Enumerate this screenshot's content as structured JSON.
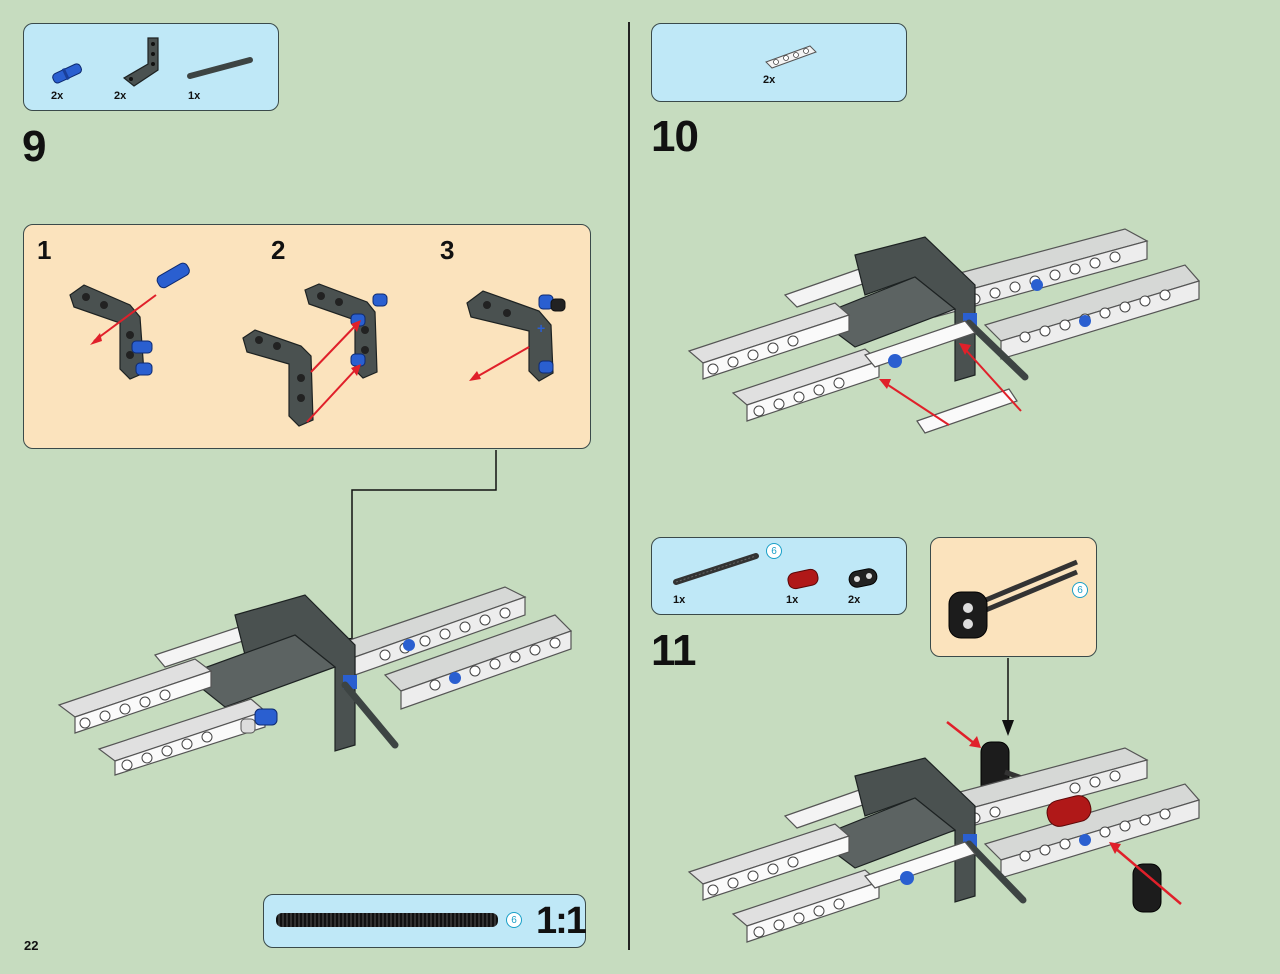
{
  "page_number": "22",
  "step9": {
    "number": "9",
    "parts": [
      {
        "qty": "2x",
        "name": "blue-pin",
        "color": "#2a5fd0"
      },
      {
        "qty": "2x",
        "name": "dark-angled-beam",
        "color": "#4a5150"
      },
      {
        "qty": "1x",
        "name": "dark-axle",
        "color": "#4a5150"
      }
    ],
    "substeps": [
      "1",
      "2",
      "3"
    ]
  },
  "step10": {
    "number": "10",
    "parts": [
      {
        "qty": "2x",
        "name": "white-beam",
        "color": "#f2f2f2"
      }
    ]
  },
  "step11": {
    "number": "11",
    "parts": [
      {
        "qty": "1x",
        "name": "black-axle",
        "color": "#333333"
      },
      {
        "qty": "1x",
        "name": "red-connector",
        "color": "#b01818"
      },
      {
        "qty": "2x",
        "name": "black-connector",
        "color": "#222222"
      }
    ],
    "length_marker": "6",
    "subassembly_marker": "6"
  },
  "scale_box": {
    "length_marker": "6",
    "scale_text": "1:1"
  },
  "colors": {
    "background": "#c6dcbf",
    "parts_box": "#bfe8f7",
    "subassembly_box": "#fbe3bd",
    "arrow": "#e0202a"
  }
}
